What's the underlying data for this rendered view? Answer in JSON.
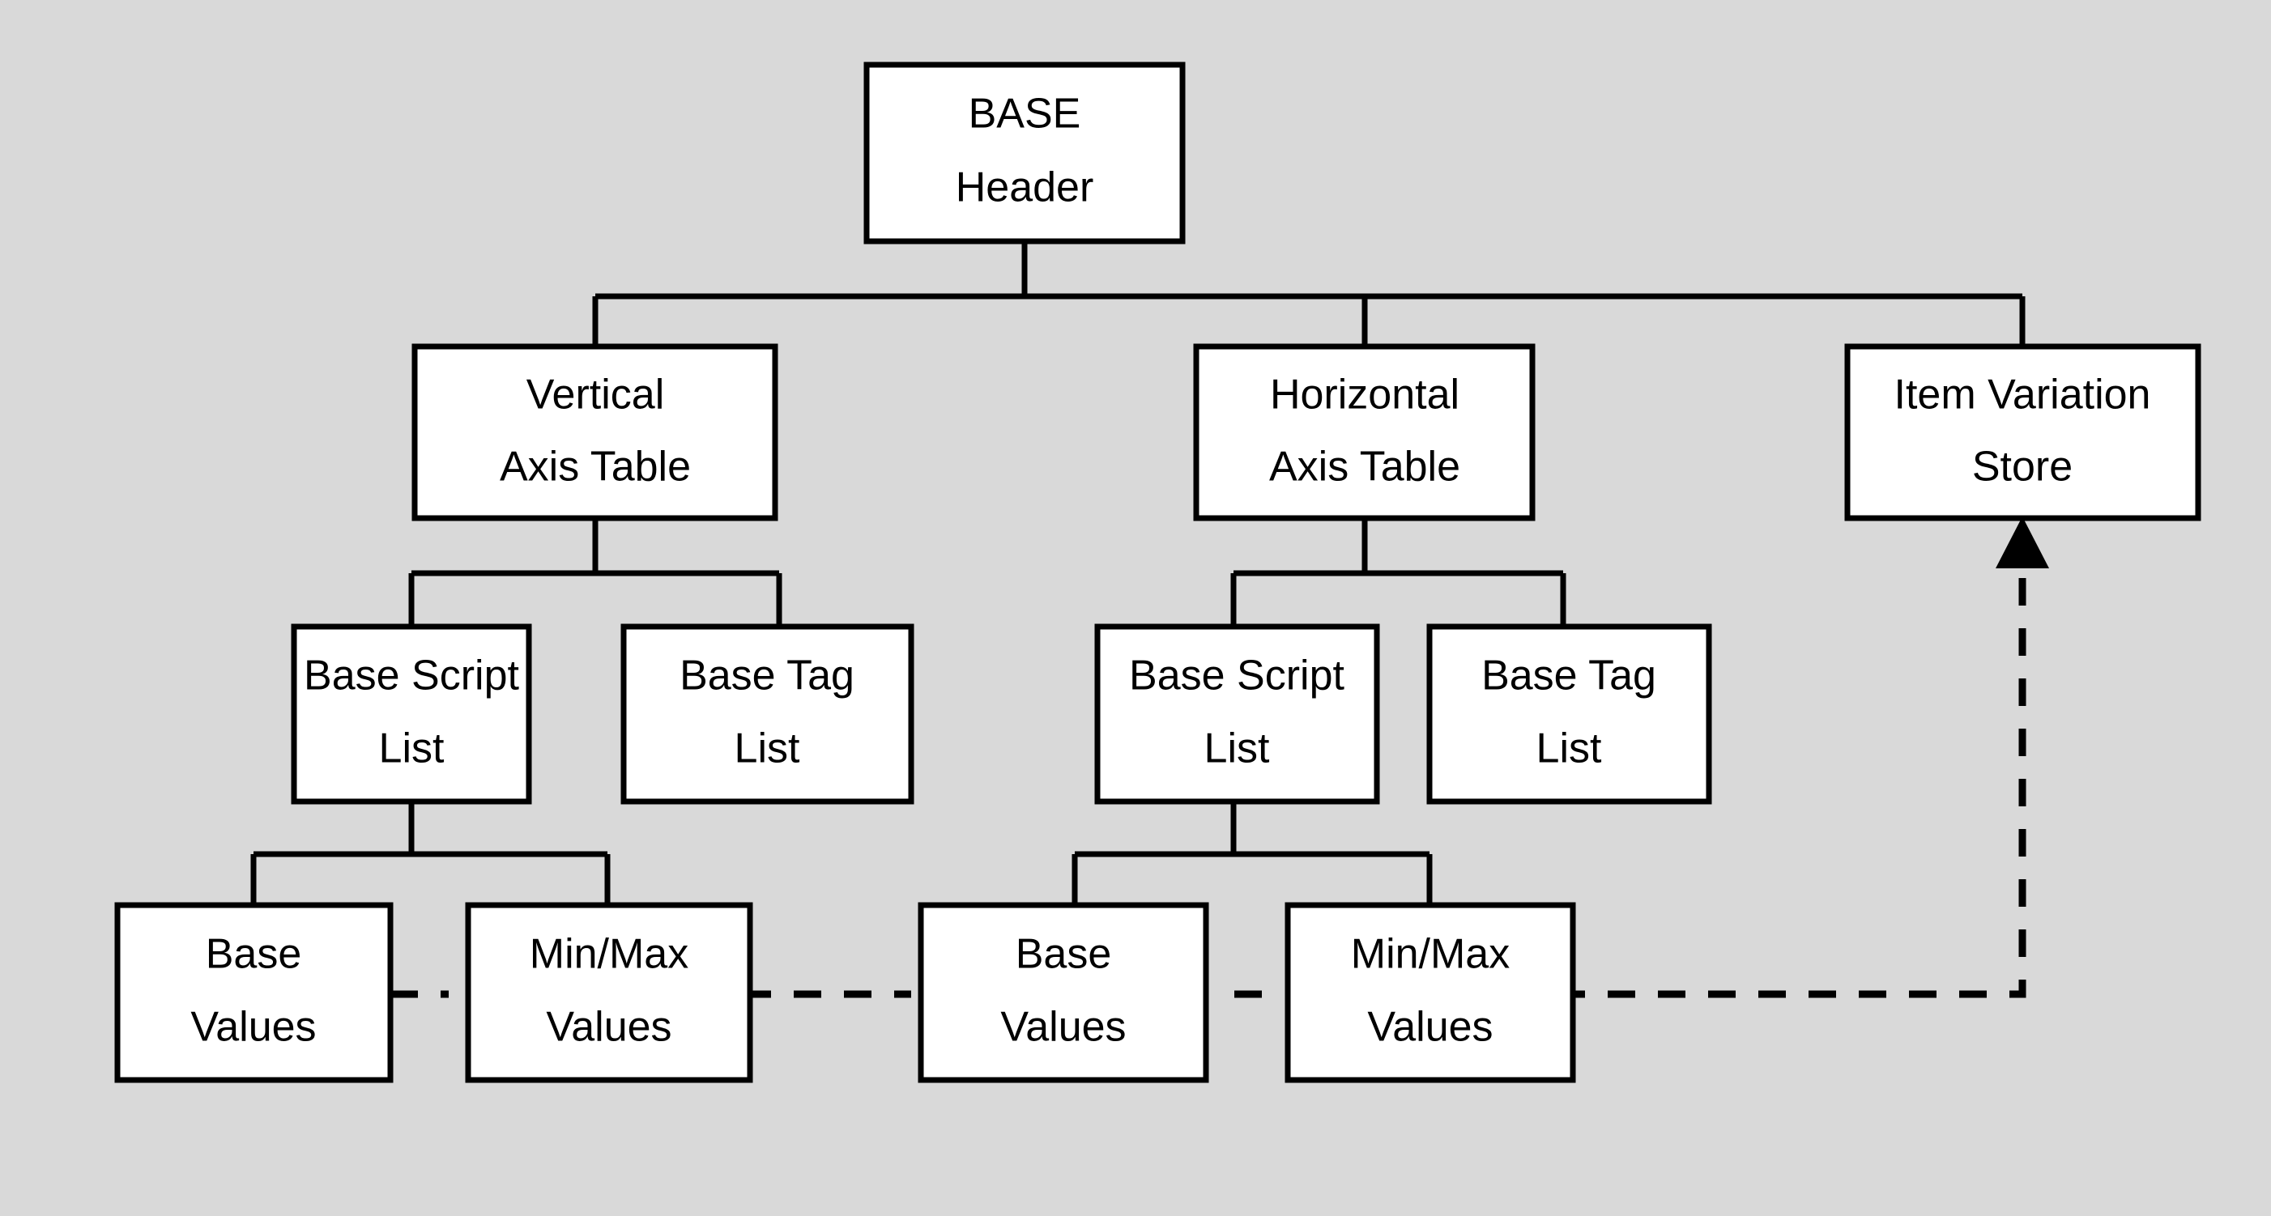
{
  "diagram": {
    "type": "hierarchy-tree",
    "background_color": "#d9d9d9",
    "box_fill_color": "#ffffff",
    "line_color": "#000000",
    "nodes": {
      "base_header": {
        "line1": "BASE",
        "line2": "Header"
      },
      "vertical_axis_table": {
        "line1": "Vertical",
        "line2": "Axis Table"
      },
      "horizontal_axis_table": {
        "line1": "Horizontal",
        "line2": "Axis Table"
      },
      "item_variation_store": {
        "line1": "Item Variation",
        "line2": "Store"
      },
      "left_base_script_list": {
        "line1": "Base Script",
        "line2": "List"
      },
      "left_base_tag_list": {
        "line1": "Base Tag",
        "line2": "List"
      },
      "right_base_script_list": {
        "line1": "Base Script",
        "line2": "List"
      },
      "right_base_tag_list": {
        "line1": "Base Tag",
        "line2": "List"
      },
      "left_base_values": {
        "line1": "Base",
        "line2": "Values"
      },
      "left_minmax_values": {
        "line1": "Min/Max",
        "line2": "Values"
      },
      "right_base_values": {
        "line1": "Base",
        "line2": "Values"
      },
      "right_minmax_values": {
        "line1": "Min/Max",
        "line2": "Values"
      }
    }
  }
}
